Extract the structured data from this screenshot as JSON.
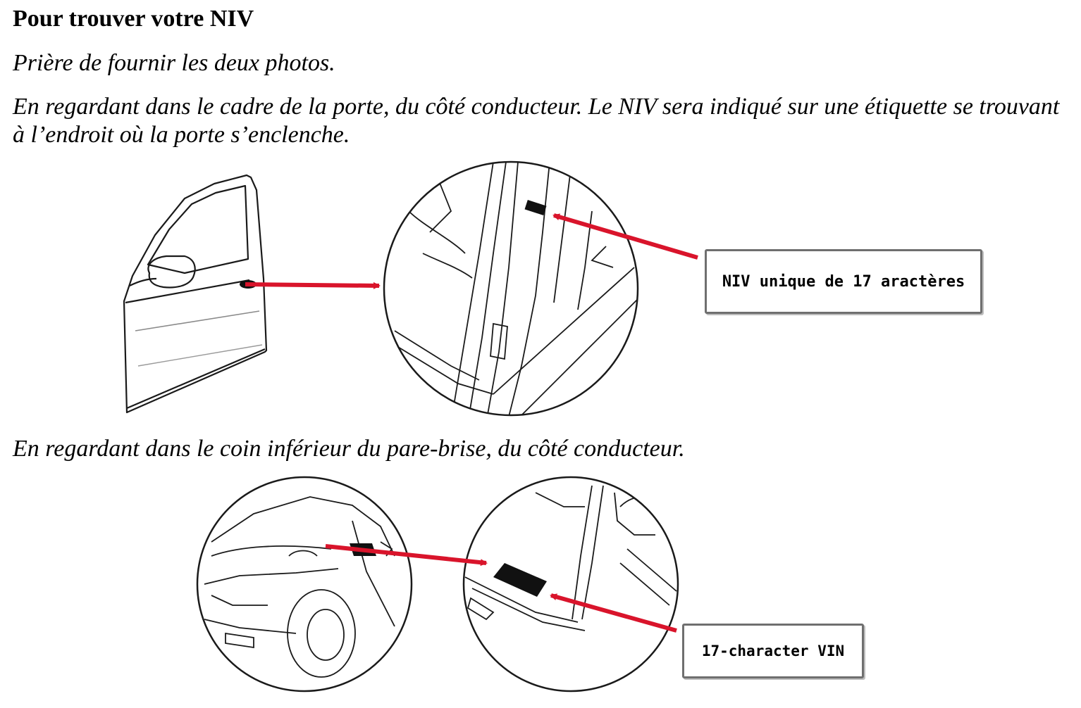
{
  "heading": "Pour trouver votre NIV",
  "paragraphs": {
    "intro": "Prière de fournir les deux photos.",
    "door": "En regardant dans le cadre de la porte, du côté conducteur. Le NIV sera indiqué sur une étiquette se trouvant à l’endroit où la porte s’enclenche.",
    "windshield": "En regardant dans le coin inférieur du pare-brise, du côté conducteur."
  },
  "callouts": {
    "door_label": "NIV unique de 17 aractères",
    "windshield_label": "17-character VIN"
  },
  "colors": {
    "arrow": "#d9142b",
    "line": "#1a1a1a",
    "label": "#000000"
  }
}
